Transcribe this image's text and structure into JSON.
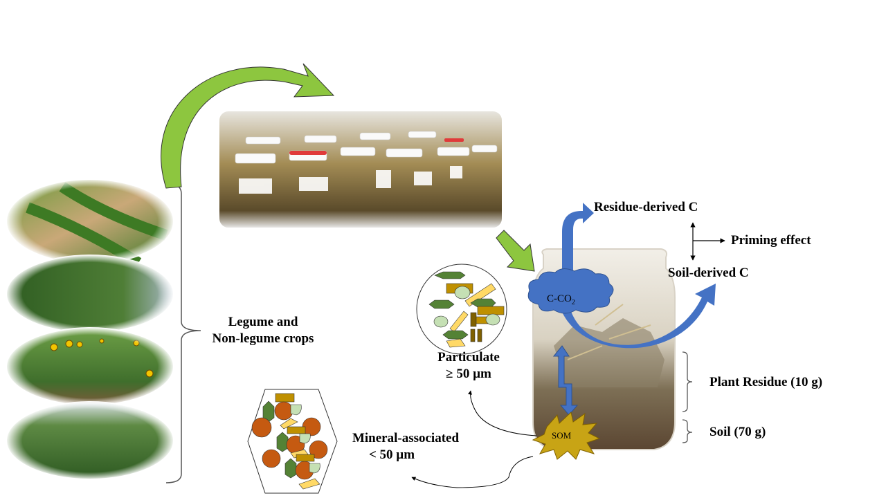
{
  "diagram": {
    "crops": {
      "label_line1": "Legume and",
      "label_line2": "Non-legume crops",
      "photos": [
        "soybean-field-photo",
        "grass-crop-photo",
        "sunflower-field-photo",
        "sorghum-field-photo"
      ]
    },
    "incubation_photo": "incubation-jars-photo",
    "jar": {
      "cloud_label": "C-CO",
      "cloud_subscript": "2",
      "som_label": "SOM",
      "plant_residue_label": "Plant Residue (10 g)",
      "soil_label": "Soil (70 g)"
    },
    "carbon_outputs": {
      "residue_derived": "Residue-derived C",
      "soil_derived": "Soil-derived C",
      "priming_effect": "Priming effect"
    },
    "fractions": {
      "particulate_line1": "Particulate",
      "particulate_line2": "≥ 50 µm",
      "mineral_line1": "Mineral-associated",
      "mineral_line2": "< 50 µm"
    },
    "colors": {
      "green_arrow": "#8dc63f",
      "blue_arrow": "#4472c4",
      "som_star": "#c8a415",
      "mineral_orange": "#c55a11",
      "dark_green": "#548235",
      "light_green": "#c5e0b4",
      "tan": "#bf9000",
      "light_yellow": "#ffd966"
    }
  }
}
